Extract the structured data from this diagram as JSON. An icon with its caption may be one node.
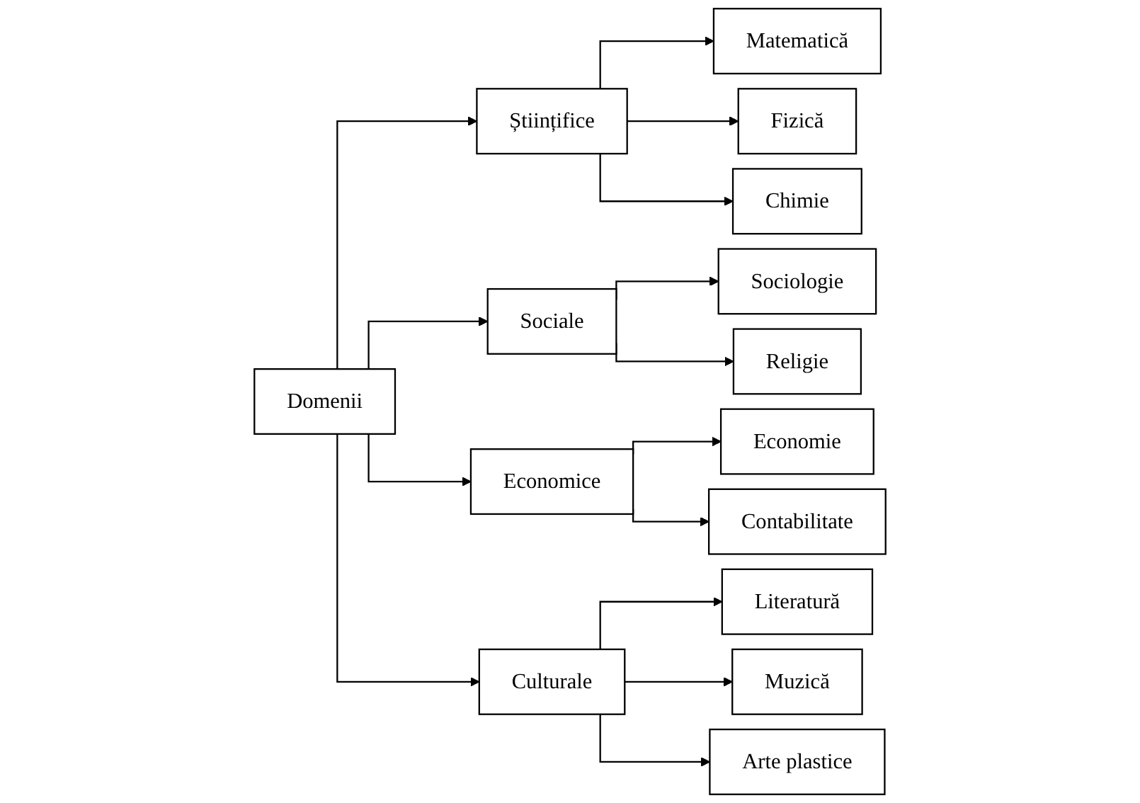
{
  "diagram": {
    "nodes": [
      {
        "text": [
          "Domenii"
        ]
      },
      {
        "text": [
          "Științifice"
        ]
      },
      {
        "text": [
          "Sociale"
        ]
      },
      {
        "text": [
          "Economice"
        ]
      },
      {
        "text": [
          "Culturale"
        ]
      },
      {
        "text": [
          "Matematică"
        ]
      },
      {
        "text": [
          "Fizică"
        ]
      },
      {
        "text": [
          "Chimie"
        ]
      },
      {
        "text": [
          "Sociologie"
        ]
      },
      {
        "text": [
          "Religie"
        ]
      },
      {
        "text": [
          "Economie"
        ]
      },
      {
        "text": [
          "Contabilitate"
        ]
      },
      {
        "text": [
          "Literatură"
        ]
      },
      {
        "text": [
          "Muzică"
        ]
      },
      {
        "text": [
          "Arte plastice"
        ]
      }
    ],
    "edges": [
      {
        "from": 0,
        "to": 1,
        "arrow": "to"
      },
      {
        "from": 0,
        "to": 2,
        "arrow": "to"
      },
      {
        "from": 0,
        "to": 3,
        "arrow": "to"
      },
      {
        "from": 0,
        "to": 4,
        "arrow": "to"
      },
      {
        "from": 1,
        "to": 5,
        "arrow": "to"
      },
      {
        "from": 1,
        "to": 6,
        "arrow": "to"
      },
      {
        "from": 1,
        "to": 7,
        "arrow": "to"
      },
      {
        "from": 2,
        "to": 8,
        "arrow": "to"
      },
      {
        "from": 2,
        "to": 9,
        "arrow": "to"
      },
      {
        "from": 3,
        "to": 10,
        "arrow": "to"
      },
      {
        "from": 3,
        "to": 11,
        "arrow": "to"
      },
      {
        "from": 4,
        "to": 12,
        "arrow": "to"
      },
      {
        "from": 4,
        "to": 13,
        "arrow": "to"
      },
      {
        "from": 4,
        "to": 14,
        "arrow": "to"
      }
    ]
  }
}
